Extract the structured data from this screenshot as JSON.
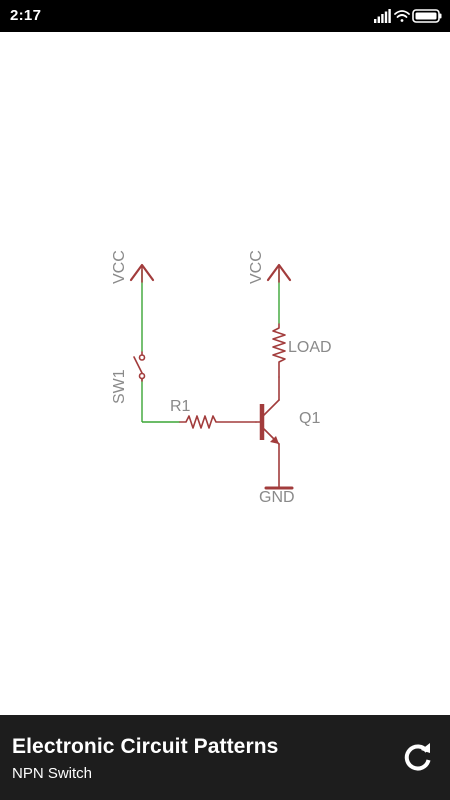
{
  "status_bar": {
    "time": "2:17",
    "icons": [
      "signal-icon",
      "wifi-icon",
      "battery-icon"
    ]
  },
  "schematic": {
    "vcc_left": "VCC",
    "vcc_right": "VCC",
    "switch_label": "SW1",
    "resistor_label": "R1",
    "load_label": "LOAD",
    "transistor_label": "Q1",
    "ground_label": "GND",
    "colors": {
      "component": "#a23c3c",
      "wire": "#3aa535",
      "label": "#8a8a8a"
    }
  },
  "footer": {
    "title": "Electronic Circuit Patterns",
    "subtitle": "NPN Switch",
    "refresh_icon": "refresh-icon"
  }
}
